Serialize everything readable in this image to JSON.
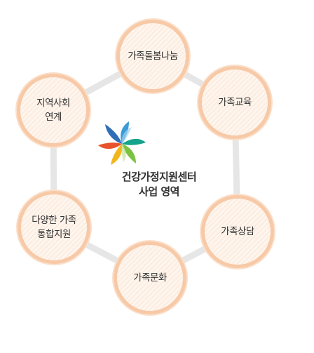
{
  "center": {
    "title_line1": "건강가정지원센터",
    "title_line2": "사업 영역"
  },
  "nodes": [
    {
      "label": "가족돌봄나눔"
    },
    {
      "label": "가족교육"
    },
    {
      "label": "가족상담"
    },
    {
      "label": "가족문화"
    },
    {
      "label": "다양한 가족\n통합지원"
    },
    {
      "label": "지역사회\n연계"
    }
  ],
  "colors": {
    "ring": "#e6e6e6",
    "node_border": "#f7c9a7",
    "node_fill": "#fdeee2",
    "text": "#333333",
    "logo": [
      "#3a9bd8",
      "#2f6fb7",
      "#7cc242",
      "#f2b51d",
      "#e8532b",
      "#14a38b"
    ]
  }
}
